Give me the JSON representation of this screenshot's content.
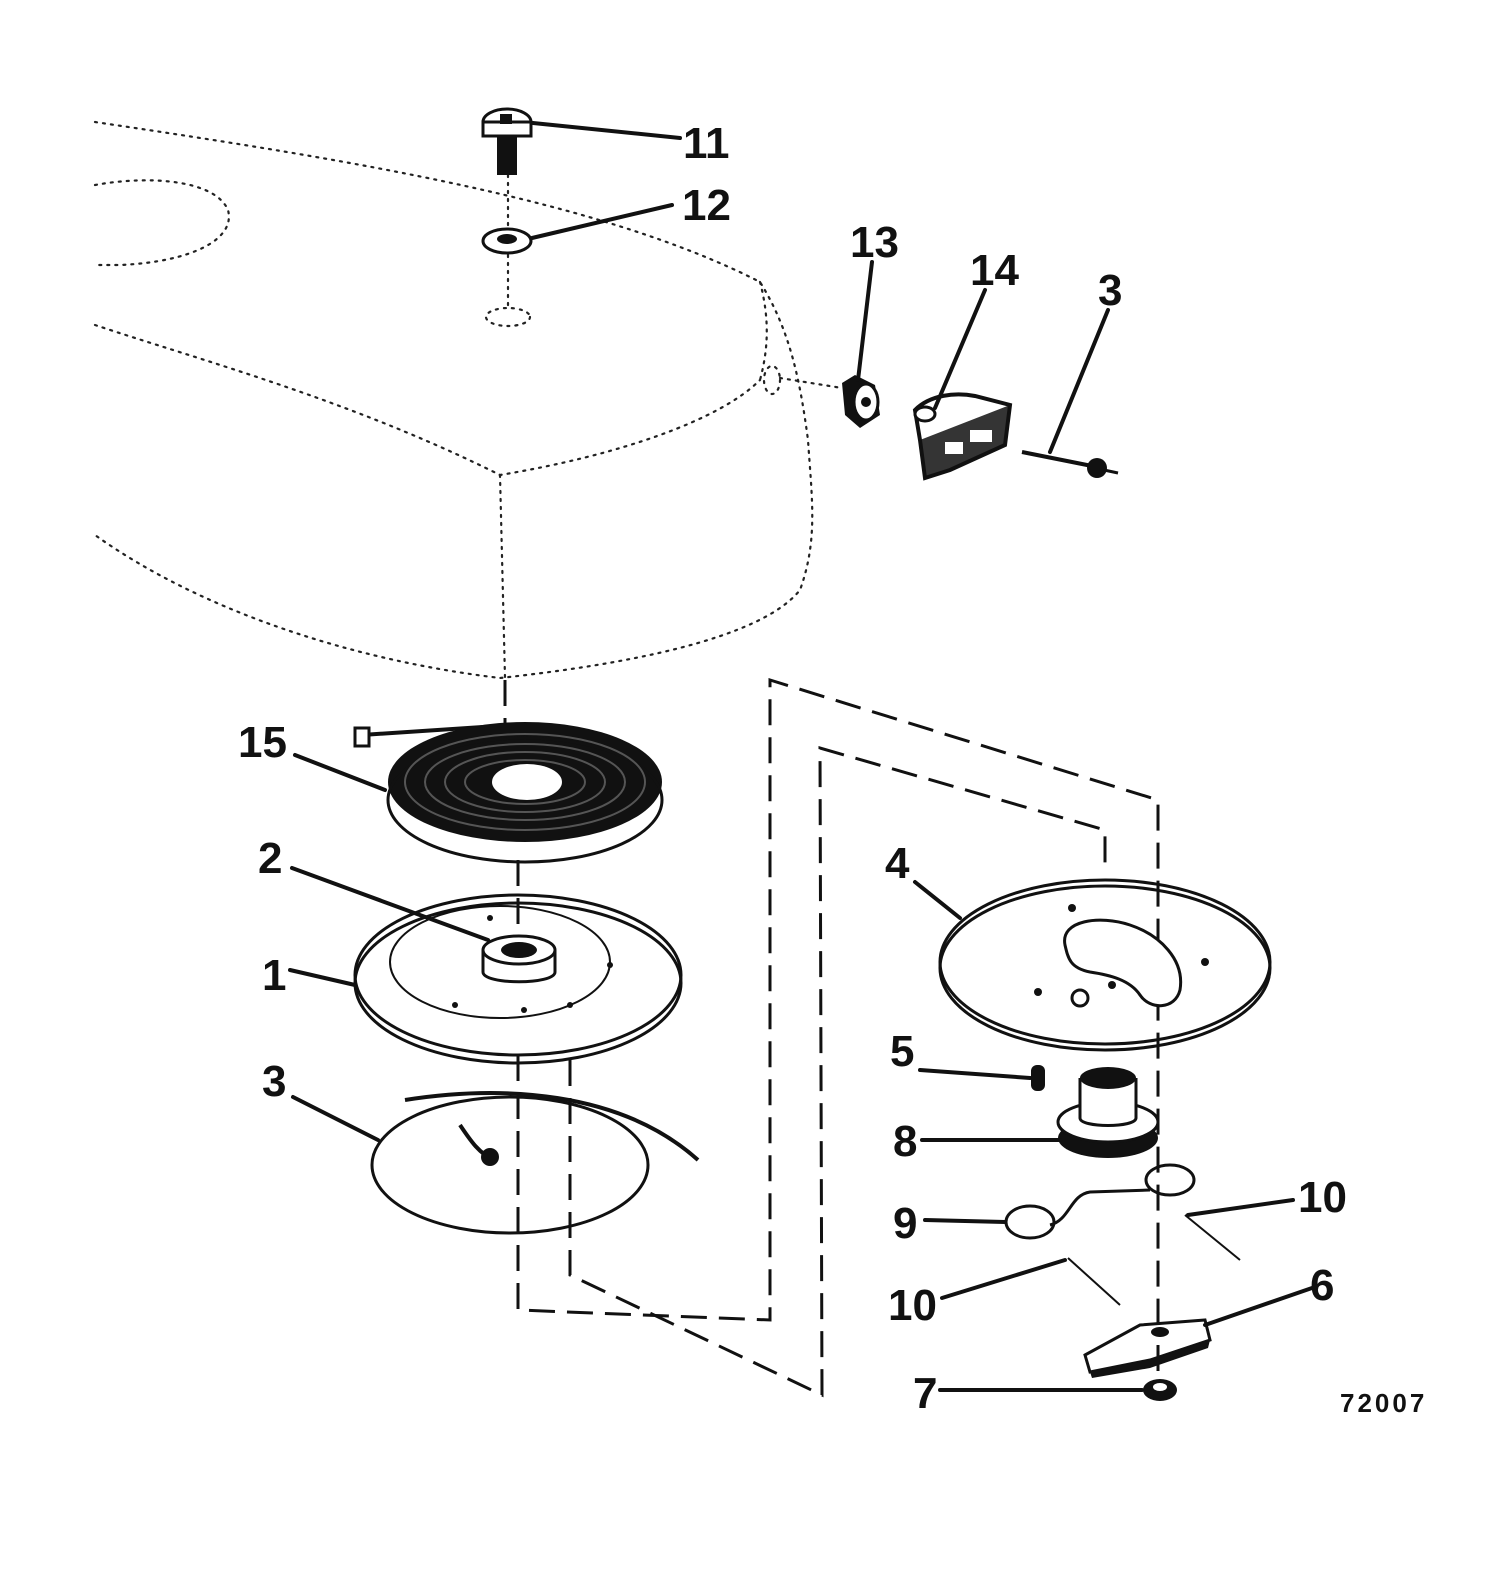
{
  "callouts": [
    {
      "id": "11",
      "label": "11"
    },
    {
      "id": "12",
      "label": "12"
    },
    {
      "id": "13",
      "label": "13"
    },
    {
      "id": "14",
      "label": "14"
    },
    {
      "id": "3a",
      "label": "3"
    },
    {
      "id": "15",
      "label": "15"
    },
    {
      "id": "2",
      "label": "2"
    },
    {
      "id": "1",
      "label": "1"
    },
    {
      "id": "3b",
      "label": "3"
    },
    {
      "id": "4",
      "label": "4"
    },
    {
      "id": "5",
      "label": "5"
    },
    {
      "id": "8",
      "label": "8"
    },
    {
      "id": "9",
      "label": "9"
    },
    {
      "id": "10a",
      "label": "10"
    },
    {
      "id": "10b",
      "label": "10"
    },
    {
      "id": "6",
      "label": "6"
    },
    {
      "id": "7",
      "label": "7"
    }
  ],
  "figure_number": "72007"
}
